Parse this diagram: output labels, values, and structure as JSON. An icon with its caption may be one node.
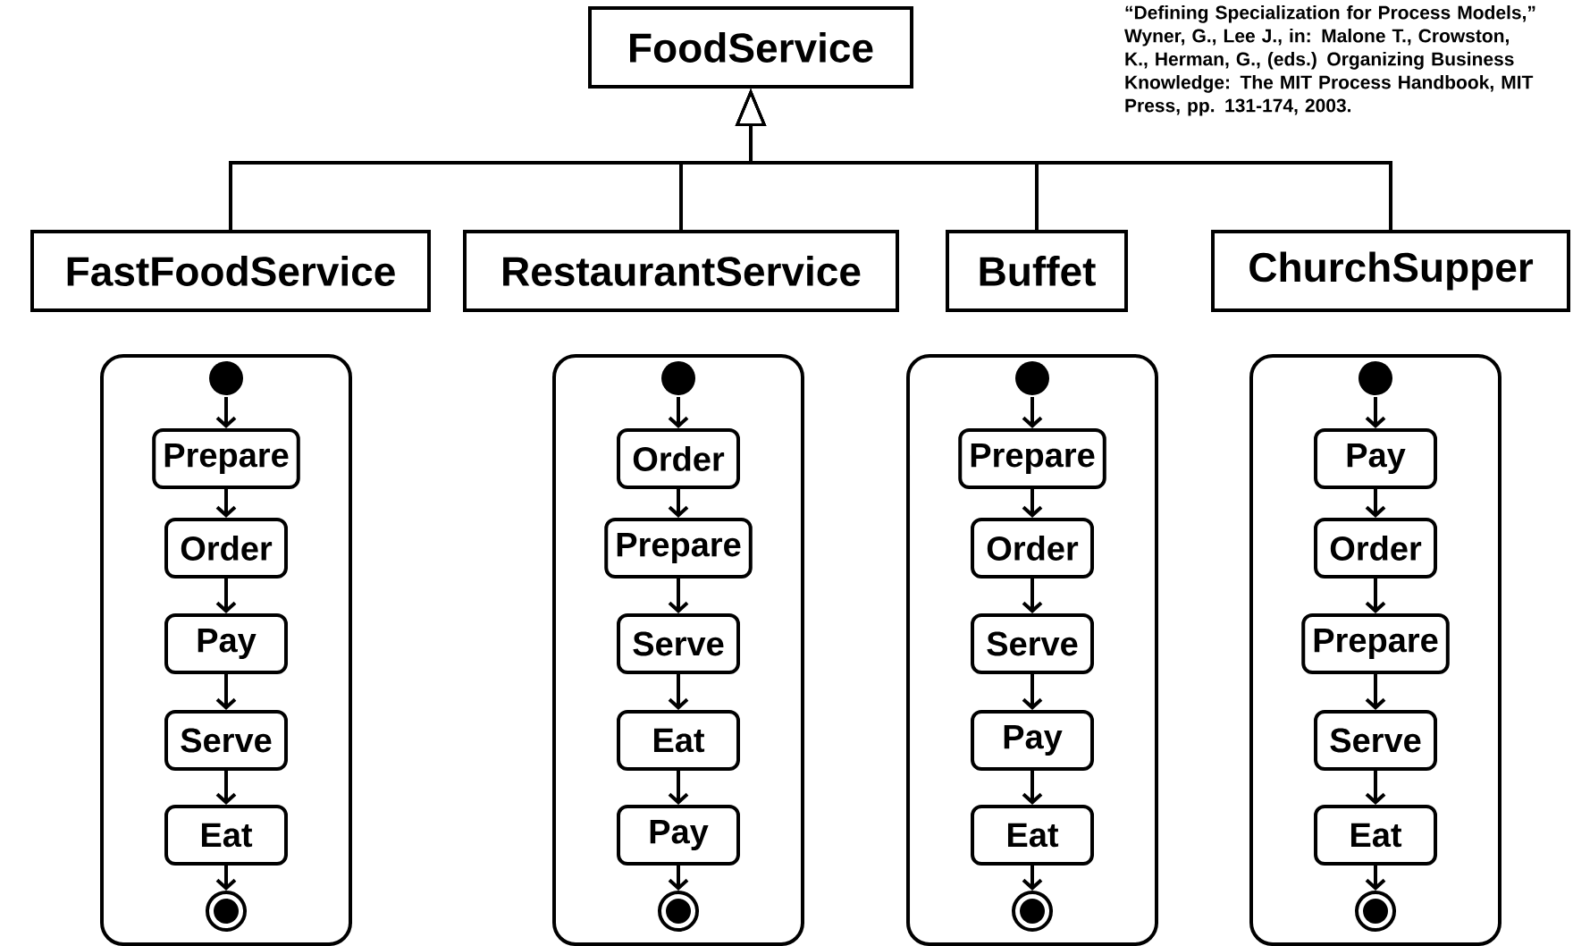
{
  "diagram": {
    "nodes": [
      {
        "text": [
          "FoodService"
        ]
      },
      {
        "text": [
          "FastFoodService"
        ]
      },
      {
        "text": [
          "RestaurantService"
        ]
      },
      {
        "text": [
          "Buffet"
        ]
      },
      {
        "text": [
          "ChurchSupper"
        ]
      },
      {
        "text": [],
        "shape": "box"
      },
      {
        "text": [],
        "shape": "dot",
        "in": 5
      },
      {
        "text": [
          "Prepare"
        ],
        "in": 5
      },
      {
        "text": [
          "Order"
        ],
        "in": 5
      },
      {
        "text": [
          "Pay"
        ],
        "in": 5
      },
      {
        "text": [
          "Serve"
        ],
        "in": 5
      },
      {
        "text": [
          "Eat"
        ],
        "in": 5
      },
      {
        "text": [],
        "shape": "bullseye",
        "in": 5
      },
      {
        "text": [],
        "shape": "box"
      },
      {
        "text": [],
        "shape": "dot",
        "in": 13
      },
      {
        "text": [
          "Order"
        ],
        "in": 13
      },
      {
        "text": [
          "Prepare"
        ],
        "in": 13
      },
      {
        "text": [
          "Serve"
        ],
        "in": 13
      },
      {
        "text": [
          "Eat"
        ],
        "in": 13
      },
      {
        "text": [
          "Pay"
        ],
        "in": 13
      },
      {
        "text": [],
        "shape": "bullseye",
        "in": 13
      },
      {
        "text": [],
        "shape": "box"
      },
      {
        "text": [],
        "shape": "dot",
        "in": 21
      },
      {
        "text": [
          "Prepare"
        ],
        "in": 21
      },
      {
        "text": [
          "Order"
        ],
        "in": 21
      },
      {
        "text": [
          "Serve"
        ],
        "in": 21
      },
      {
        "text": [
          "Pay"
        ],
        "in": 21
      },
      {
        "text": [
          "Eat"
        ],
        "in": 21
      },
      {
        "text": [],
        "shape": "bullseye",
        "in": 21
      },
      {
        "text": [],
        "shape": "box"
      },
      {
        "text": [],
        "shape": "dot",
        "in": 29
      },
      {
        "text": [
          "Pay"
        ],
        "in": 29
      },
      {
        "text": [
          "Order"
        ],
        "in": 29
      },
      {
        "text": [
          "Prepare"
        ],
        "in": 29
      },
      {
        "text": [
          "Serve"
        ],
        "in": 29
      },
      {
        "text": [
          "Eat"
        ],
        "in": 29
      },
      {
        "text": [],
        "shape": "bullseye",
        "in": 29
      }
    ],
    "edges": [
      {
        "from": 1,
        "to": 0,
        "arrow": "to"
      },
      {
        "from": 2,
        "to": 0,
        "arrow": "to"
      },
      {
        "from": 3,
        "to": 0,
        "arrow": "to"
      },
      {
        "from": 4,
        "to": 0,
        "arrow": "to"
      },
      {
        "from": 6,
        "to": 7,
        "arrow": "to"
      },
      {
        "from": 7,
        "to": 8,
        "arrow": "to"
      },
      {
        "from": 8,
        "to": 9,
        "arrow": "to"
      },
      {
        "from": 9,
        "to": 10,
        "arrow": "to"
      },
      {
        "from": 10,
        "to": 11,
        "arrow": "to"
      },
      {
        "from": 11,
        "to": 12,
        "arrow": "to"
      },
      {
        "from": 14,
        "to": 15,
        "arrow": "to"
      },
      {
        "from": 15,
        "to": 16,
        "arrow": "to"
      },
      {
        "from": 16,
        "to": 17,
        "arrow": "to"
      },
      {
        "from": 17,
        "to": 18,
        "arrow": "to"
      },
      {
        "from": 18,
        "to": 19,
        "arrow": "to"
      },
      {
        "from": 19,
        "to": 20,
        "arrow": "to"
      },
      {
        "from": 22,
        "to": 23,
        "arrow": "to"
      },
      {
        "from": 23,
        "to": 24,
        "arrow": "to"
      },
      {
        "from": 24,
        "to": 25,
        "arrow": "to"
      },
      {
        "from": 25,
        "to": 26,
        "arrow": "to"
      },
      {
        "from": 26,
        "to": 27,
        "arrow": "to"
      },
      {
        "from": 27,
        "to": 28,
        "arrow": "to"
      },
      {
        "from": 30,
        "to": 31,
        "arrow": "to"
      },
      {
        "from": 31,
        "to": 32,
        "arrow": "to"
      },
      {
        "from": 32,
        "to": 33,
        "arrow": "to"
      },
      {
        "from": 33,
        "to": 34,
        "arrow": "to"
      },
      {
        "from": 34,
        "to": 35,
        "arrow": "to"
      },
      {
        "from": 35,
        "to": 36,
        "arrow": "to"
      }
    ],
    "labels": [
      "“Defining Specialization for Process Models,” Wyner, G., Lee J., in: Malone T., Crowston, K., Herman, G., (eds.) Organizing Business Knowledge: The MIT Process Handbook, MIT Press, pp. 131-174, 2003."
    ]
  }
}
